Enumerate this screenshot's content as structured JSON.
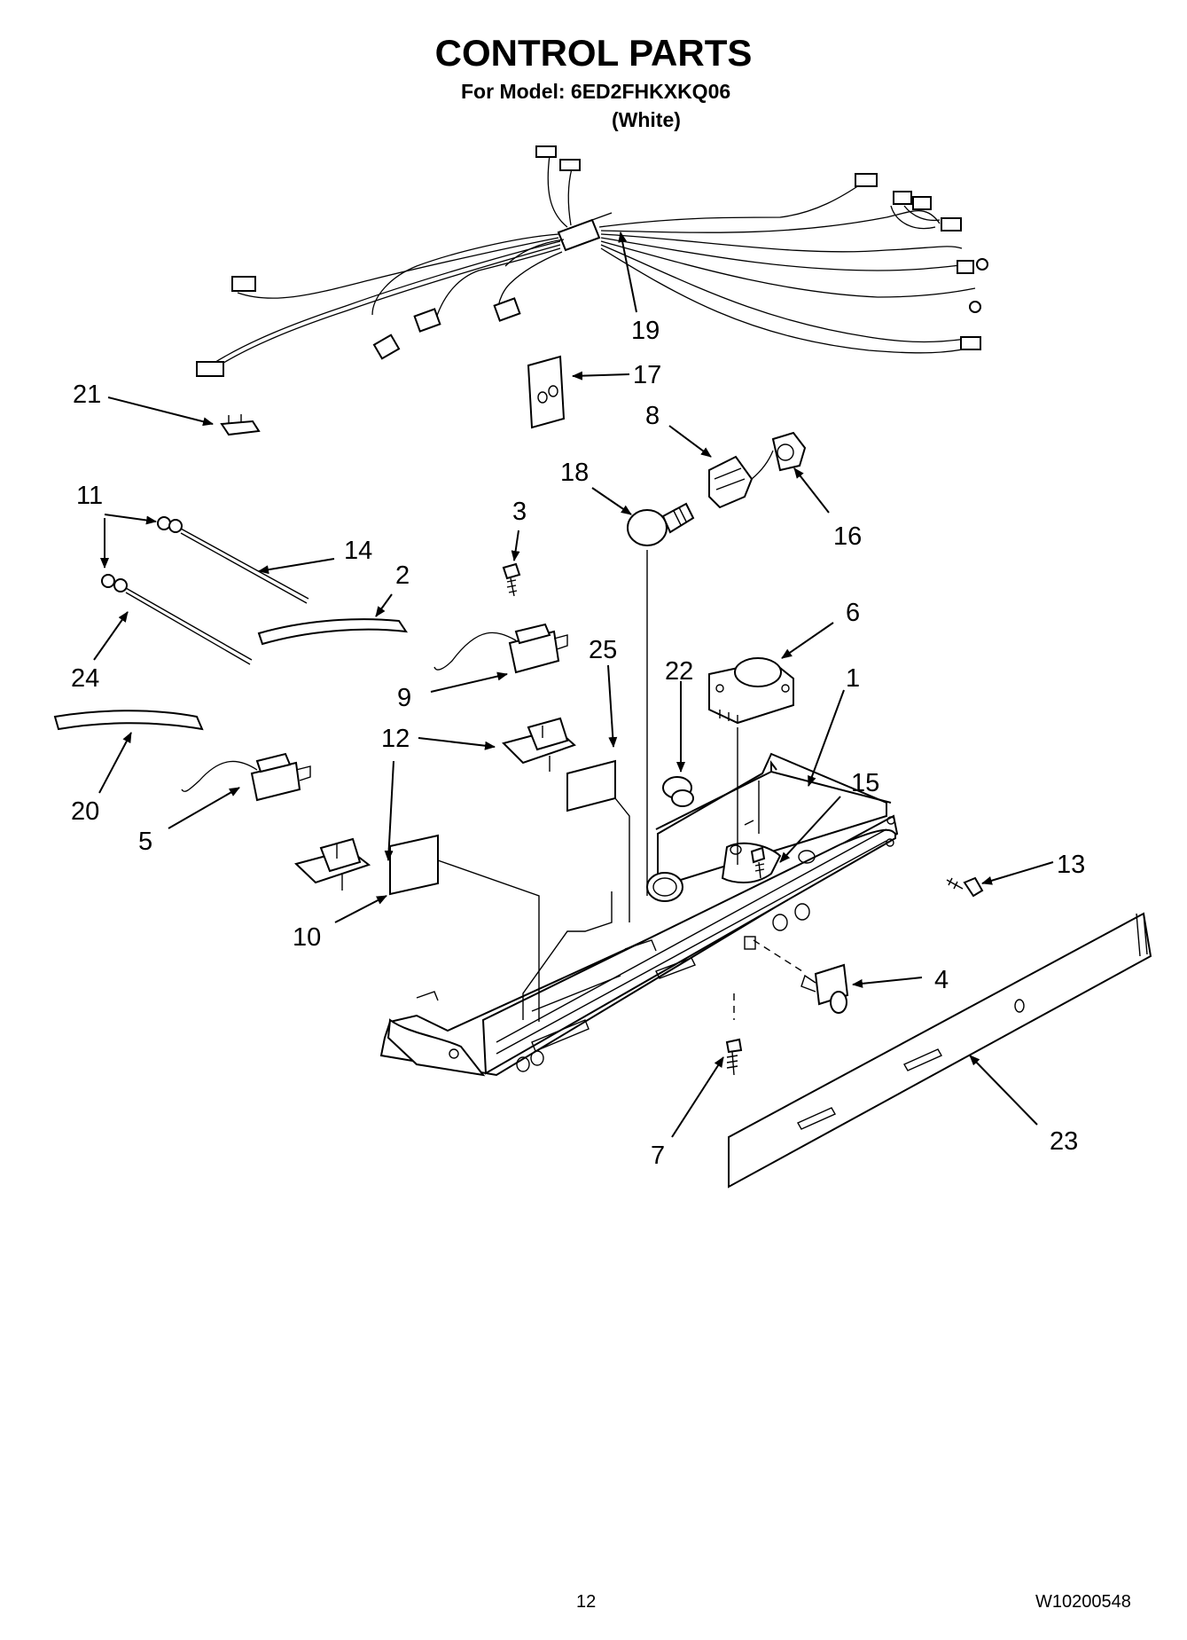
{
  "header": {
    "title": "CONTROL PARTS",
    "model_line": "For Model: 6ED2FHKXKQ06",
    "color_line": "(White)"
  },
  "callouts": [
    {
      "id": "c19",
      "label": "19"
    },
    {
      "id": "c17",
      "label": "17"
    },
    {
      "id": "c21",
      "label": "21"
    },
    {
      "id": "c8",
      "label": "8"
    },
    {
      "id": "c18",
      "label": "18"
    },
    {
      "id": "c16",
      "label": "16"
    },
    {
      "id": "c11",
      "label": "11"
    },
    {
      "id": "c14",
      "label": "14"
    },
    {
      "id": "c3",
      "label": "3"
    },
    {
      "id": "c2",
      "label": "2"
    },
    {
      "id": "c6",
      "label": "6"
    },
    {
      "id": "c24",
      "label": "24"
    },
    {
      "id": "c25",
      "label": "25"
    },
    {
      "id": "c22",
      "label": "22"
    },
    {
      "id": "c1",
      "label": "1"
    },
    {
      "id": "c9",
      "label": "9"
    },
    {
      "id": "c12",
      "label": "12"
    },
    {
      "id": "c15",
      "label": "15"
    },
    {
      "id": "c20",
      "label": "20"
    },
    {
      "id": "c5",
      "label": "5"
    },
    {
      "id": "c13",
      "label": "13"
    },
    {
      "id": "c10",
      "label": "10"
    },
    {
      "id": "c4",
      "label": "4"
    },
    {
      "id": "c7",
      "label": "7"
    },
    {
      "id": "c23",
      "label": "23"
    }
  ],
  "footer": {
    "page_number": "12",
    "document_number": "W10200548"
  }
}
